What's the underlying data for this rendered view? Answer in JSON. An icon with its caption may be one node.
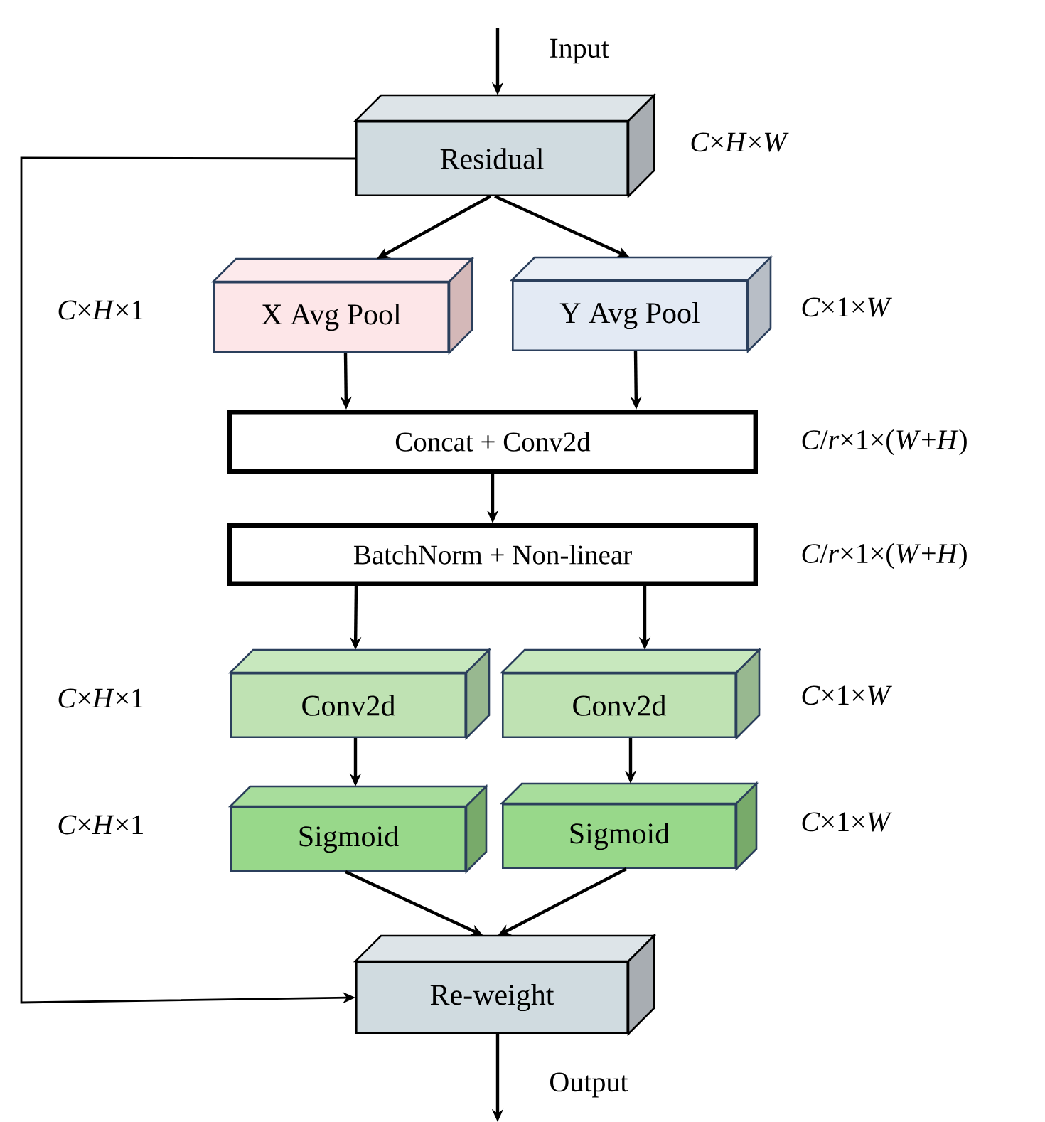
{
  "diagram": {
    "nodes": [
      {
        "text": [
          "Residual"
        ],
        "beside": [
          "*C*×*H*×*W*"
        ]
      },
      {
        "text": [
          "X Avg Pool"
        ],
        "beside": [
          "*C*×*H*×1"
        ]
      },
      {
        "text": [
          "Y Avg Pool"
        ],
        "beside": [
          "*C*×1×*W*"
        ]
      },
      {
        "text": [
          "Concat + Conv2d"
        ],
        "beside": [
          "*C*/*r*×1×(*W*+*H*)"
        ]
      },
      {
        "text": [
          "BatchNorm + Non-linear"
        ],
        "beside": [
          "*C*/*r*×1×(*W*+*H*)"
        ]
      },
      {
        "text": [
          "Conv2d"
        ],
        "beside": [
          "*C*×*H*×1"
        ]
      },
      {
        "text": [
          "Conv2d"
        ],
        "beside": [
          "*C*×1×*W*"
        ]
      },
      {
        "text": [
          "Sigmoid"
        ],
        "beside": [
          "*C*×*H*×1"
        ]
      },
      {
        "text": [
          "Sigmoid"
        ],
        "beside": [
          "*C*×1×*W*"
        ]
      },
      {
        "text": [
          "Re-weight"
        ]
      }
    ],
    "edges": [
      {
        "from": null,
        "to": 0,
        "arrow": "to",
        "label": "Input"
      },
      {
        "from": 0,
        "to": 1,
        "arrow": "to"
      },
      {
        "from": 0,
        "to": 2,
        "arrow": "to"
      },
      {
        "from": 1,
        "to": 3,
        "arrow": "to"
      },
      {
        "from": 2,
        "to": 3,
        "arrow": "to"
      },
      {
        "from": 3,
        "to": 4,
        "arrow": "to"
      },
      {
        "from": 4,
        "to": 5,
        "arrow": "to"
      },
      {
        "from": 4,
        "to": 6,
        "arrow": "to"
      },
      {
        "from": 5,
        "to": 7,
        "arrow": "to"
      },
      {
        "from": 6,
        "to": 8,
        "arrow": "to"
      },
      {
        "from": 7,
        "to": 9,
        "arrow": "to"
      },
      {
        "from": 8,
        "to": 9,
        "arrow": "to"
      },
      {
        "from": 0,
        "to": 9,
        "arrow": "to"
      },
      {
        "from": 9,
        "to": null,
        "arrow": "to",
        "label": "Output"
      }
    ]
  }
}
